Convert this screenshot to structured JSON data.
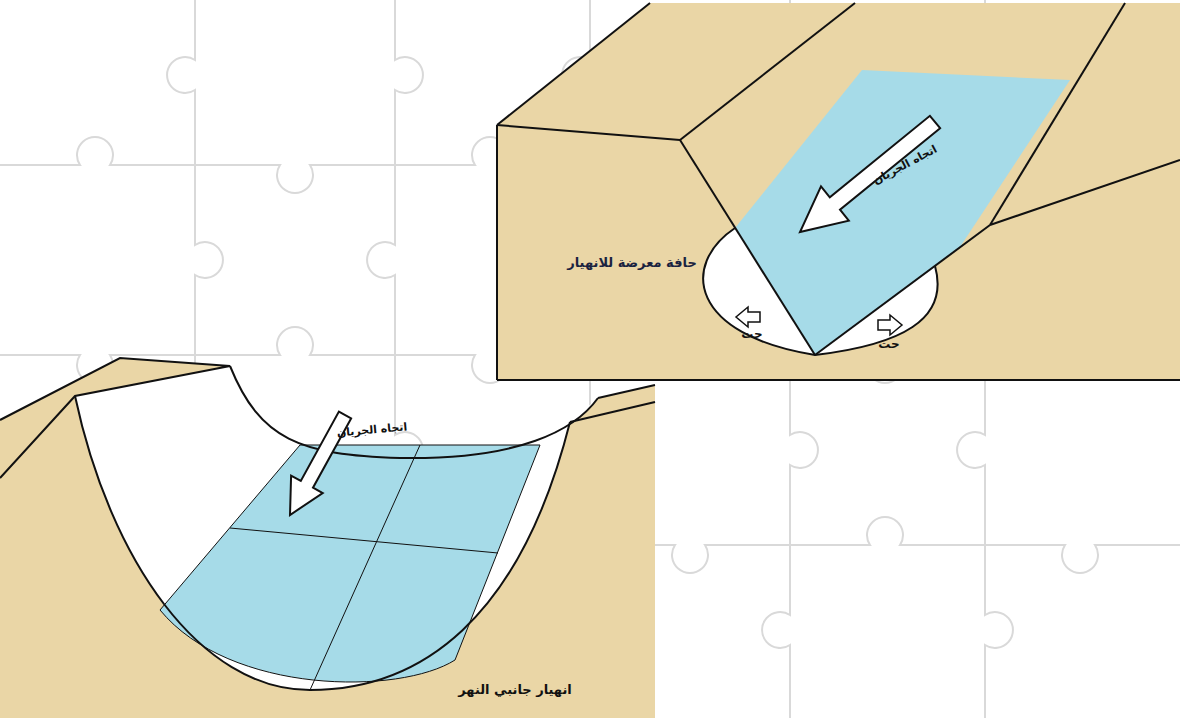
{
  "diagram": {
    "labels": [
      "اتجاه الجريان",
      "حافة معرضة للانهيار",
      "حت",
      "حت",
      "اتجاه الجريان",
      "انهيار جانبي النهر"
    ]
  }
}
